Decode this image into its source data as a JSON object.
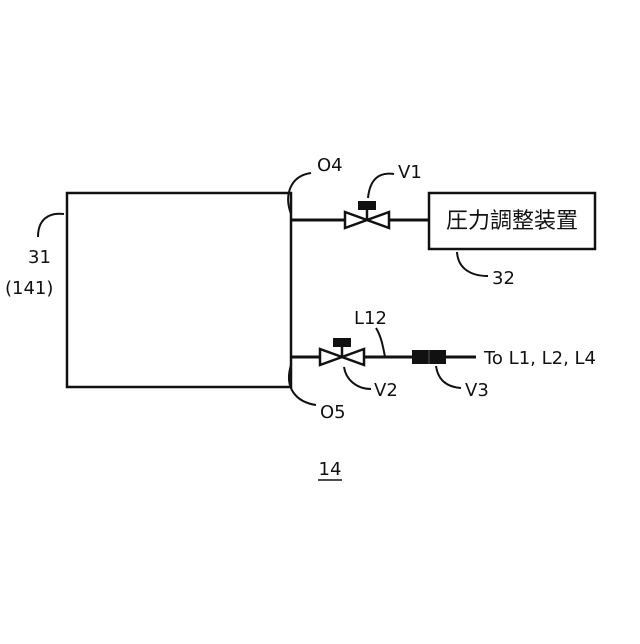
{
  "labels": {
    "chamber_ref": "31",
    "chamber_ref_paren": "(141)",
    "port_top": "O4",
    "port_bottom": "O5",
    "valve_top": "V1",
    "valve_bottom": "V2",
    "valve_check": "V3",
    "line_ref": "L12",
    "pressure_device_ref": "32",
    "pressure_device_text": "圧力調整装置",
    "outlet_text": "To L1, L2, L4",
    "figure_number": "14"
  },
  "colors": {
    "line": "#111111",
    "background": "#ffffff"
  }
}
